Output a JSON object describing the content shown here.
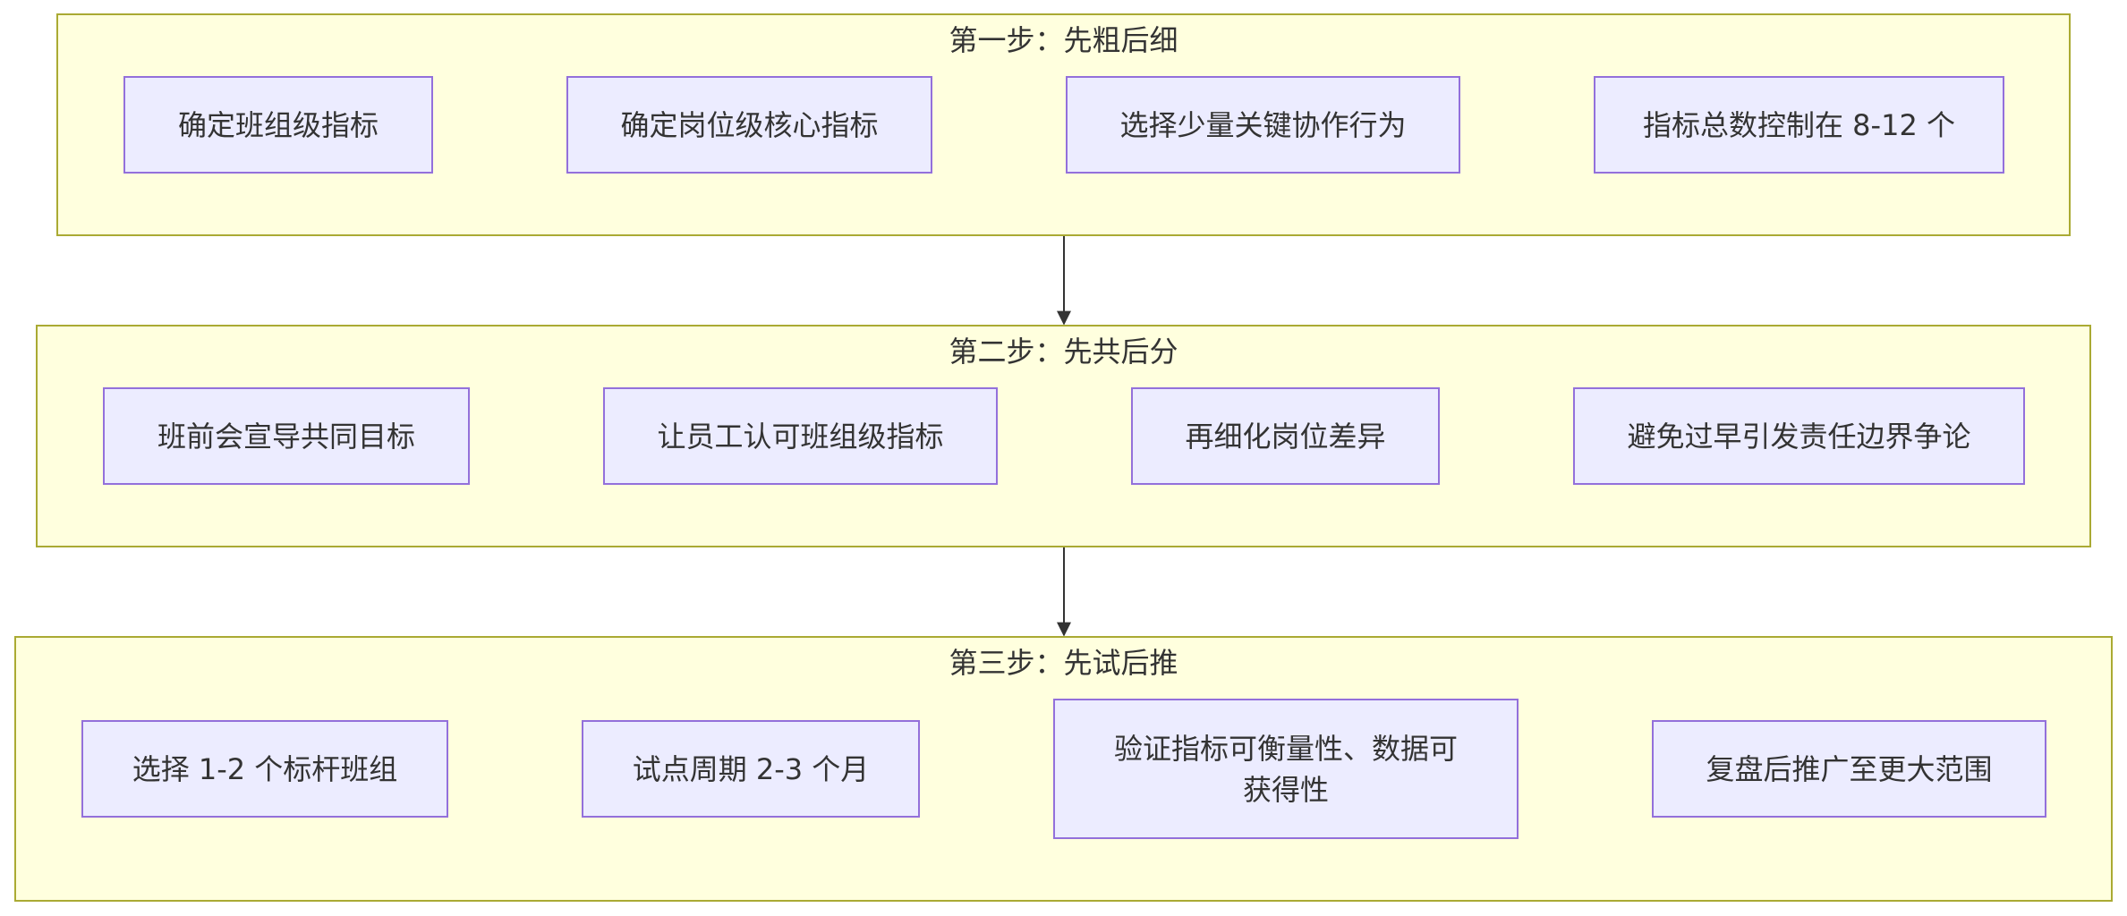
{
  "colors": {
    "cluster_fill": "#ffffde",
    "cluster_border": "#aaaa33",
    "node_fill": "#ececff",
    "node_border": "#9370db",
    "edge": "#333333"
  },
  "steps": [
    {
      "title": "第一步：先粗后细",
      "nodes": [
        "确定班组级指标",
        "确定岗位级核心指标",
        "选择少量关键协作行为",
        "指标总数控制在 8-12 个"
      ]
    },
    {
      "title": "第二步：先共后分",
      "nodes": [
        "班前会宣导共同目标",
        "让员工认可班组级指标",
        "再细化岗位差异",
        "避免过早引发责任边界争论"
      ]
    },
    {
      "title": "第三步：先试后推",
      "nodes": [
        "选择 1-2 个标杆班组",
        "试点周期 2-3 个月",
        "验证指标可衡量性、数据可获得性",
        "复盘后推广至更大范围"
      ]
    }
  ]
}
